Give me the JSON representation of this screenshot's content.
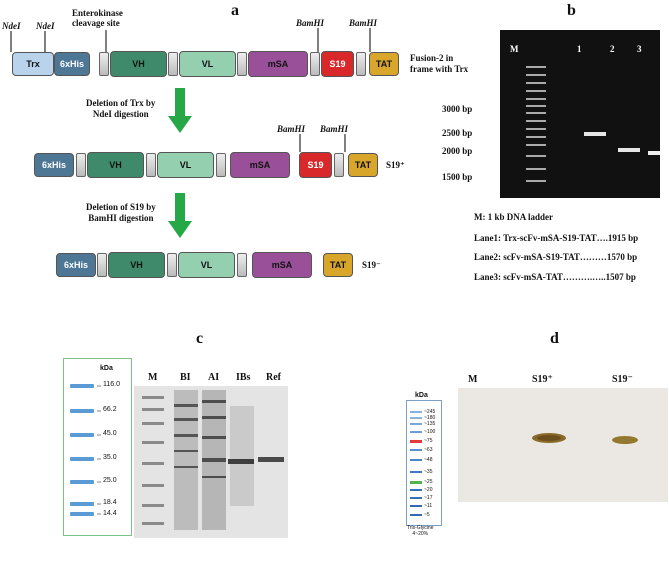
{
  "panels": {
    "a": "a",
    "b": "b",
    "c": "c",
    "d": "d"
  },
  "panel_a": {
    "site_labels": {
      "nde1": "NdeI",
      "nde2": "NdeI",
      "enterokinase": "Enterokinase\ncleavage site",
      "bam1": "BamHI",
      "bam2": "BamHI",
      "bam3": "BamHI",
      "bam4": "BamHI"
    },
    "row1_tag": "Fusion-2 in\nframe with Trx",
    "row2_tag": "S19⁺",
    "row3_tag": "S19⁻",
    "step1": "Deletion of Trx by\nNdeI digestion",
    "step2": "Deletion of S19 by\nBamHI digestion",
    "segments": {
      "trx": "Trx",
      "his": "6xHis",
      "vh": "VH",
      "vl": "VL",
      "msa": "mSA",
      "s19": "S19",
      "tat": "TAT"
    },
    "colors": {
      "trx": "#b9d3ec",
      "his": "#4d7794",
      "vh": "#3f8a6b",
      "vl": "#94cfb0",
      "msa": "#9a5098",
      "s19": "#d8282a",
      "tat": "#d9a62c"
    }
  },
  "panel_b": {
    "lanes": [
      "M",
      "1",
      "2",
      "3"
    ],
    "ladder": [
      "3000 bp",
      "2500 bp",
      "2000 bp",
      "1500 bp"
    ],
    "legend": [
      "M: 1 kb DNA ladder",
      "Lane1: Trx-scFv-mSA-S19-TAT….1915 bp",
      "Lane2: scFv-mSA-S19-TAT………1570 bp",
      "Lane3: scFv-mSA-TAT……….…..1507 bp"
    ]
  },
  "panel_c": {
    "unit": "kDa",
    "markers": [
      "116.0",
      "66.2",
      "45.0",
      "35.0",
      "25.0",
      "18.4",
      "14.4"
    ],
    "lanes": [
      "M",
      "BI",
      "AI",
      "IBs",
      "Ref"
    ]
  },
  "panel_d": {
    "unit": "kDa",
    "markers": [
      "~245",
      "~180",
      "~135",
      "~100",
      "~75",
      "~63",
      "~48",
      "~35",
      "~25",
      "~20",
      "~17",
      "~11",
      "~5"
    ],
    "ladder_note": "Tris-Glycine\n4~20%",
    "lanes": [
      "M",
      "S19⁺",
      "S19⁻"
    ]
  }
}
